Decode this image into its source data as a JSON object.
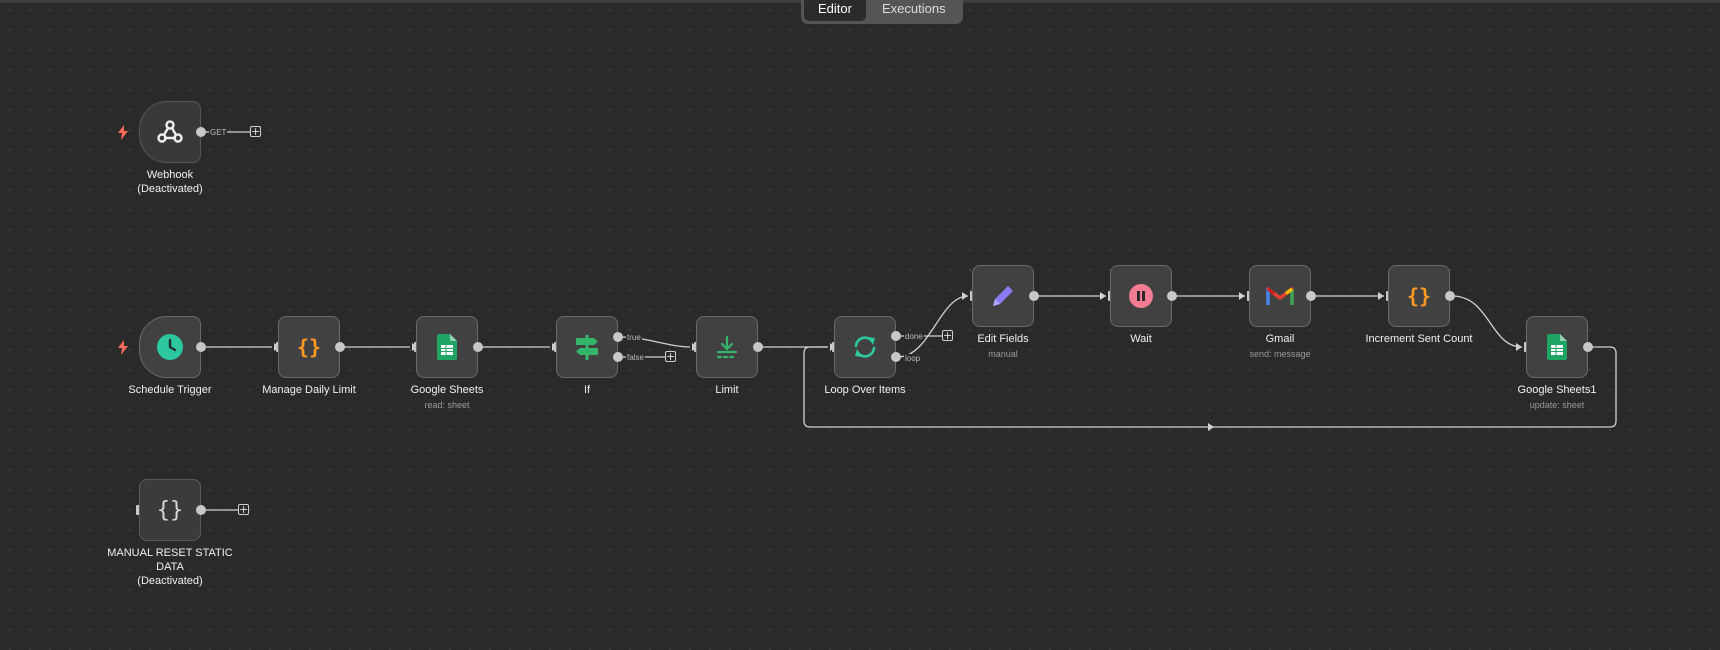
{
  "tabs": [
    {
      "label": "Editor",
      "active": true
    },
    {
      "label": "Executions",
      "active": false
    }
  ],
  "colors": {
    "canvas": "#2a2a2a",
    "node_bg": "#414141",
    "node_border": "#6a6a6a",
    "edge": "#d0d0d0",
    "trigger_bolt": "#ff6b5b"
  },
  "nodes": {
    "webhook": {
      "label": "Webhook",
      "sub": "(Deactivated)",
      "icon": "webhook-icon",
      "output_label": "GET"
    },
    "schedule": {
      "label": "Schedule Trigger",
      "icon": "clock-icon"
    },
    "manage": {
      "label": "Manage Daily Limit",
      "icon": "code-braces-icon"
    },
    "sheets": {
      "label": "Google Sheets",
      "sub": "read: sheet",
      "icon": "google-sheets-icon"
    },
    "if": {
      "label": "If",
      "icon": "signpost-icon",
      "true_label": "true",
      "false_label": "false"
    },
    "limit": {
      "label": "Limit",
      "icon": "limit-icon"
    },
    "loop": {
      "label": "Loop Over Items",
      "icon": "loop-icon",
      "done_label": "done",
      "loop_label": "loop"
    },
    "edit": {
      "label": "Edit Fields",
      "sub": "manual",
      "icon": "pencil-icon"
    },
    "wait": {
      "label": "Wait",
      "icon": "pause-icon"
    },
    "gmail": {
      "label": "Gmail",
      "sub": "send: message",
      "icon": "gmail-icon"
    },
    "increment": {
      "label": "Increment Sent Count",
      "icon": "code-braces-icon"
    },
    "sheets1": {
      "label": "Google Sheets1",
      "sub": "update: sheet",
      "icon": "google-sheets-icon"
    },
    "manual": {
      "label": "MANUAL RESET STATIC DATA",
      "sub": "(Deactivated)",
      "icon": "code-braces-icon"
    }
  }
}
